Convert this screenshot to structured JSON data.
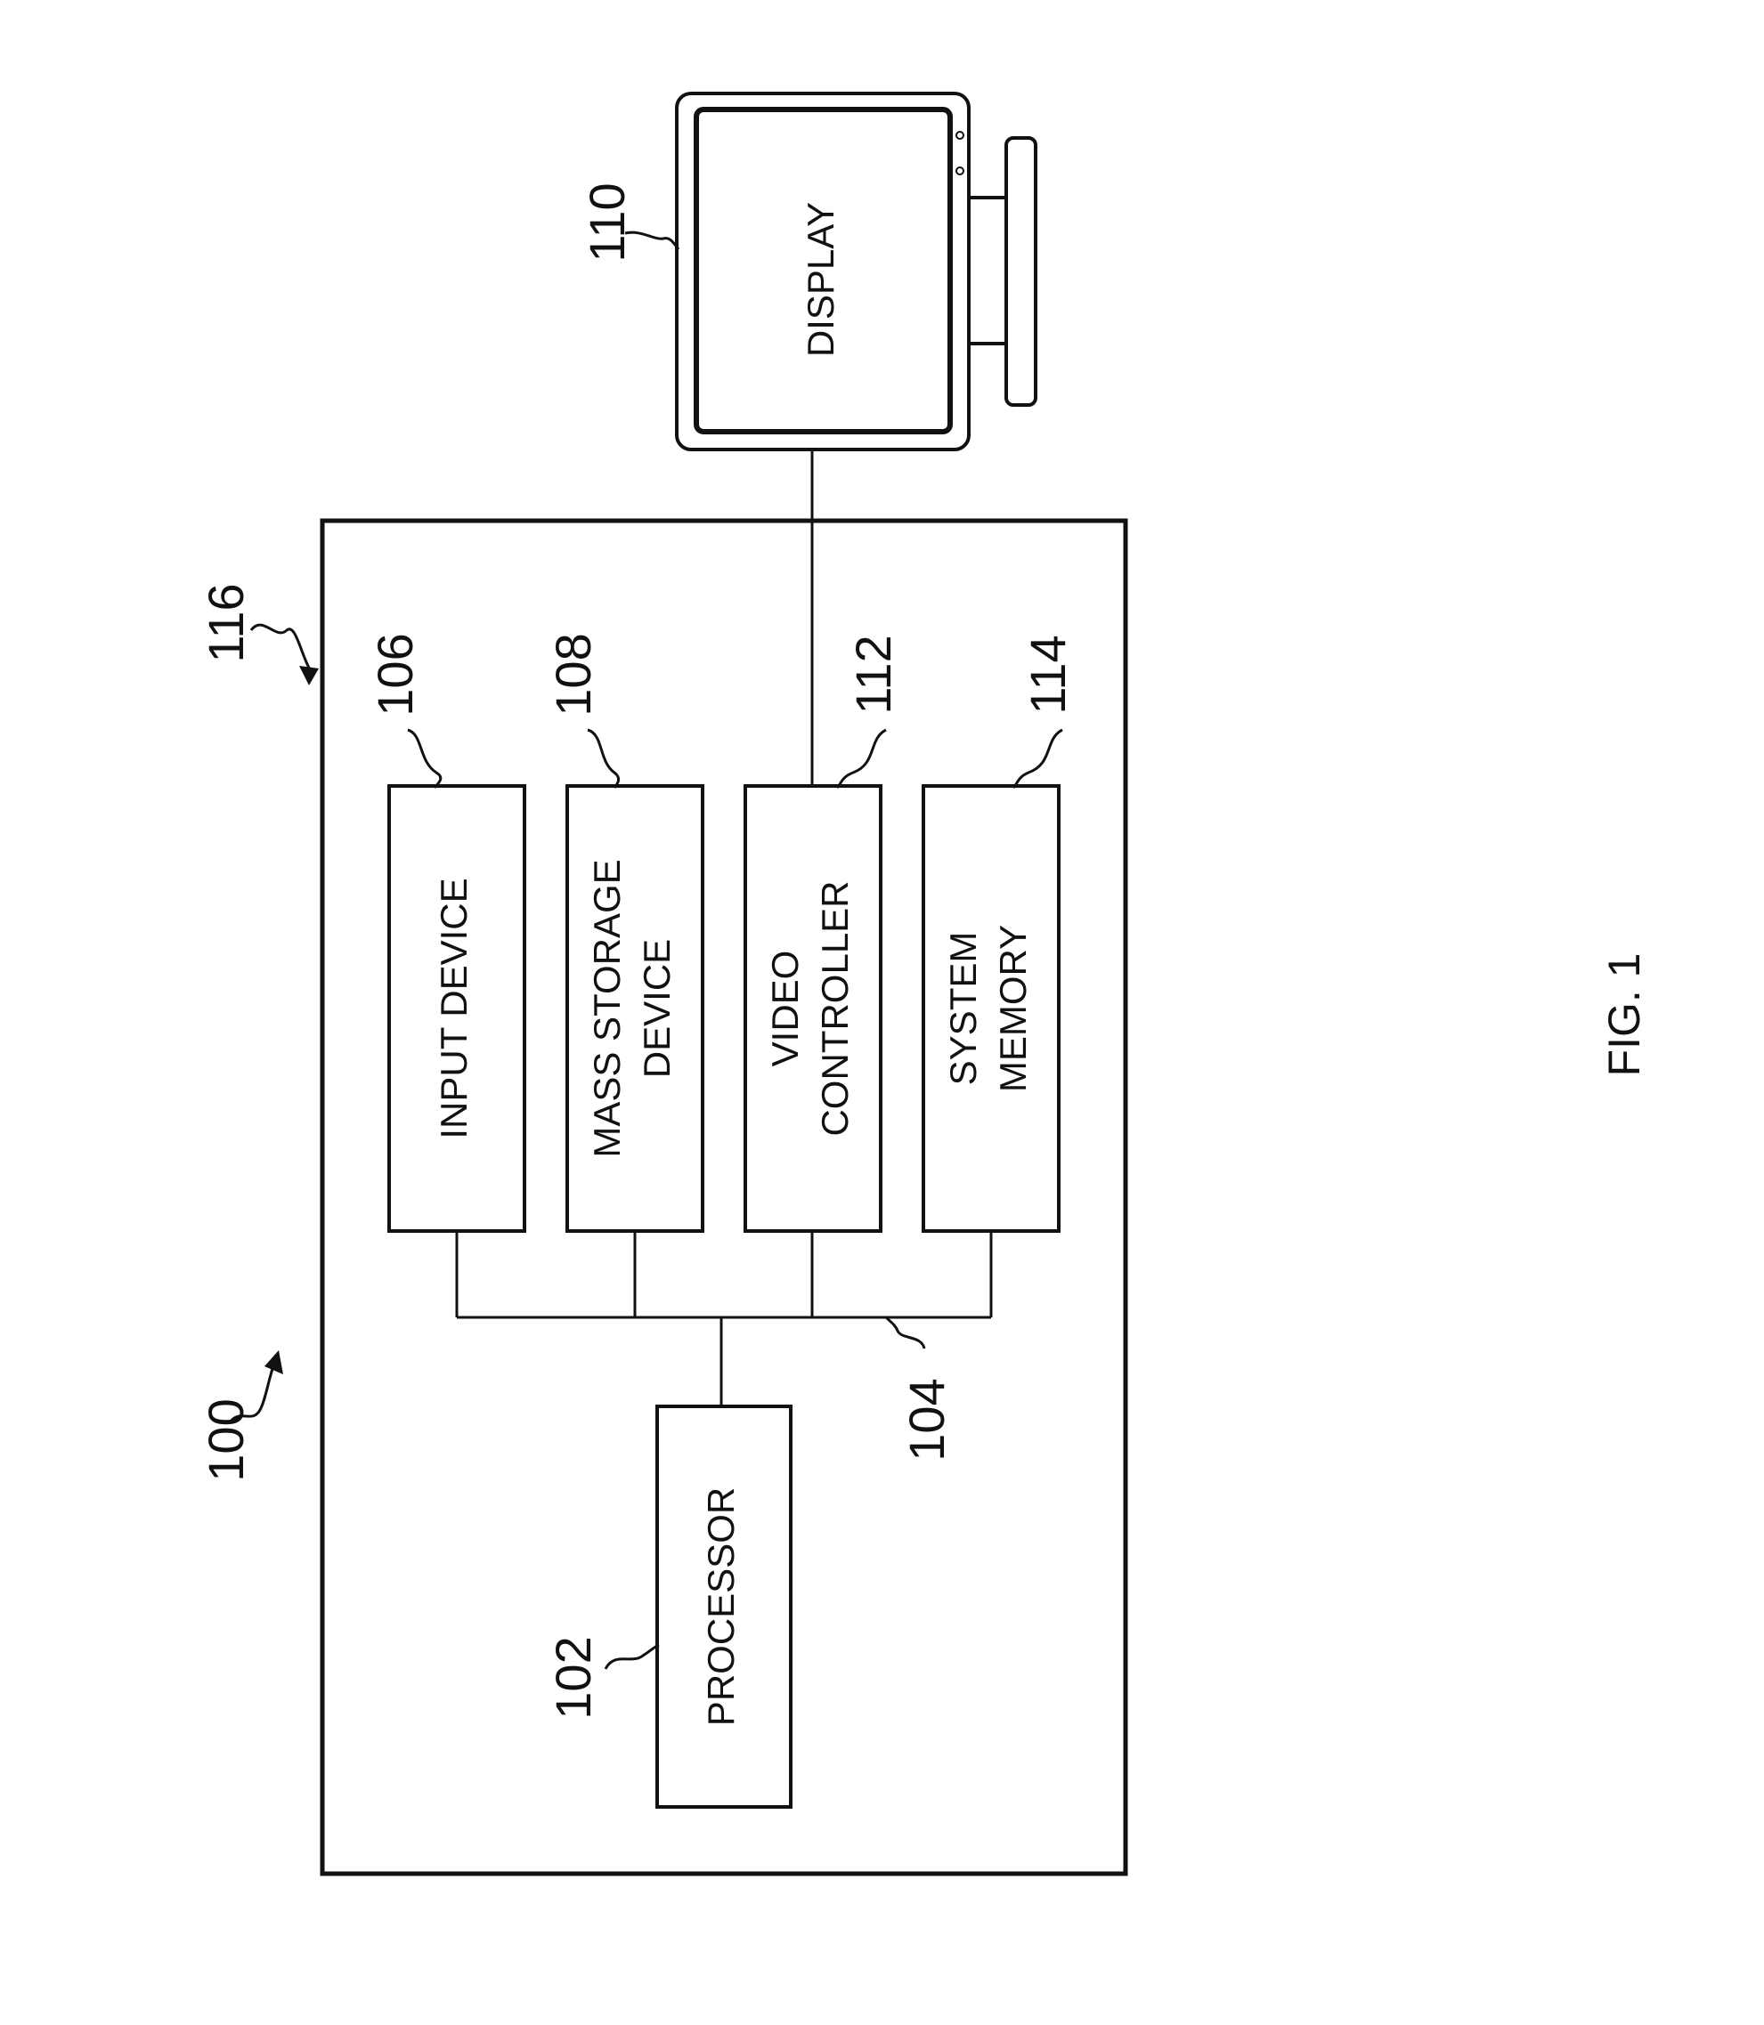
{
  "figure_label": "FIG. 1",
  "refs": {
    "system": "100",
    "enclosure": "116",
    "processor": "102",
    "bus": "104",
    "input_device": "106",
    "mass_storage": "108",
    "display": "110",
    "video_controller": "112",
    "system_memory": "114"
  },
  "blocks": {
    "processor": [
      "PROCESSOR"
    ],
    "input_device": [
      "INPUT DEVICE"
    ],
    "mass_storage": [
      "MASS STORAGE",
      "DEVICE"
    ],
    "video_controller": [
      "VIDEO",
      "CONTROLLER"
    ],
    "system_memory": [
      "SYSTEM",
      "MEMORY"
    ],
    "display": [
      "DISPLAY"
    ]
  }
}
